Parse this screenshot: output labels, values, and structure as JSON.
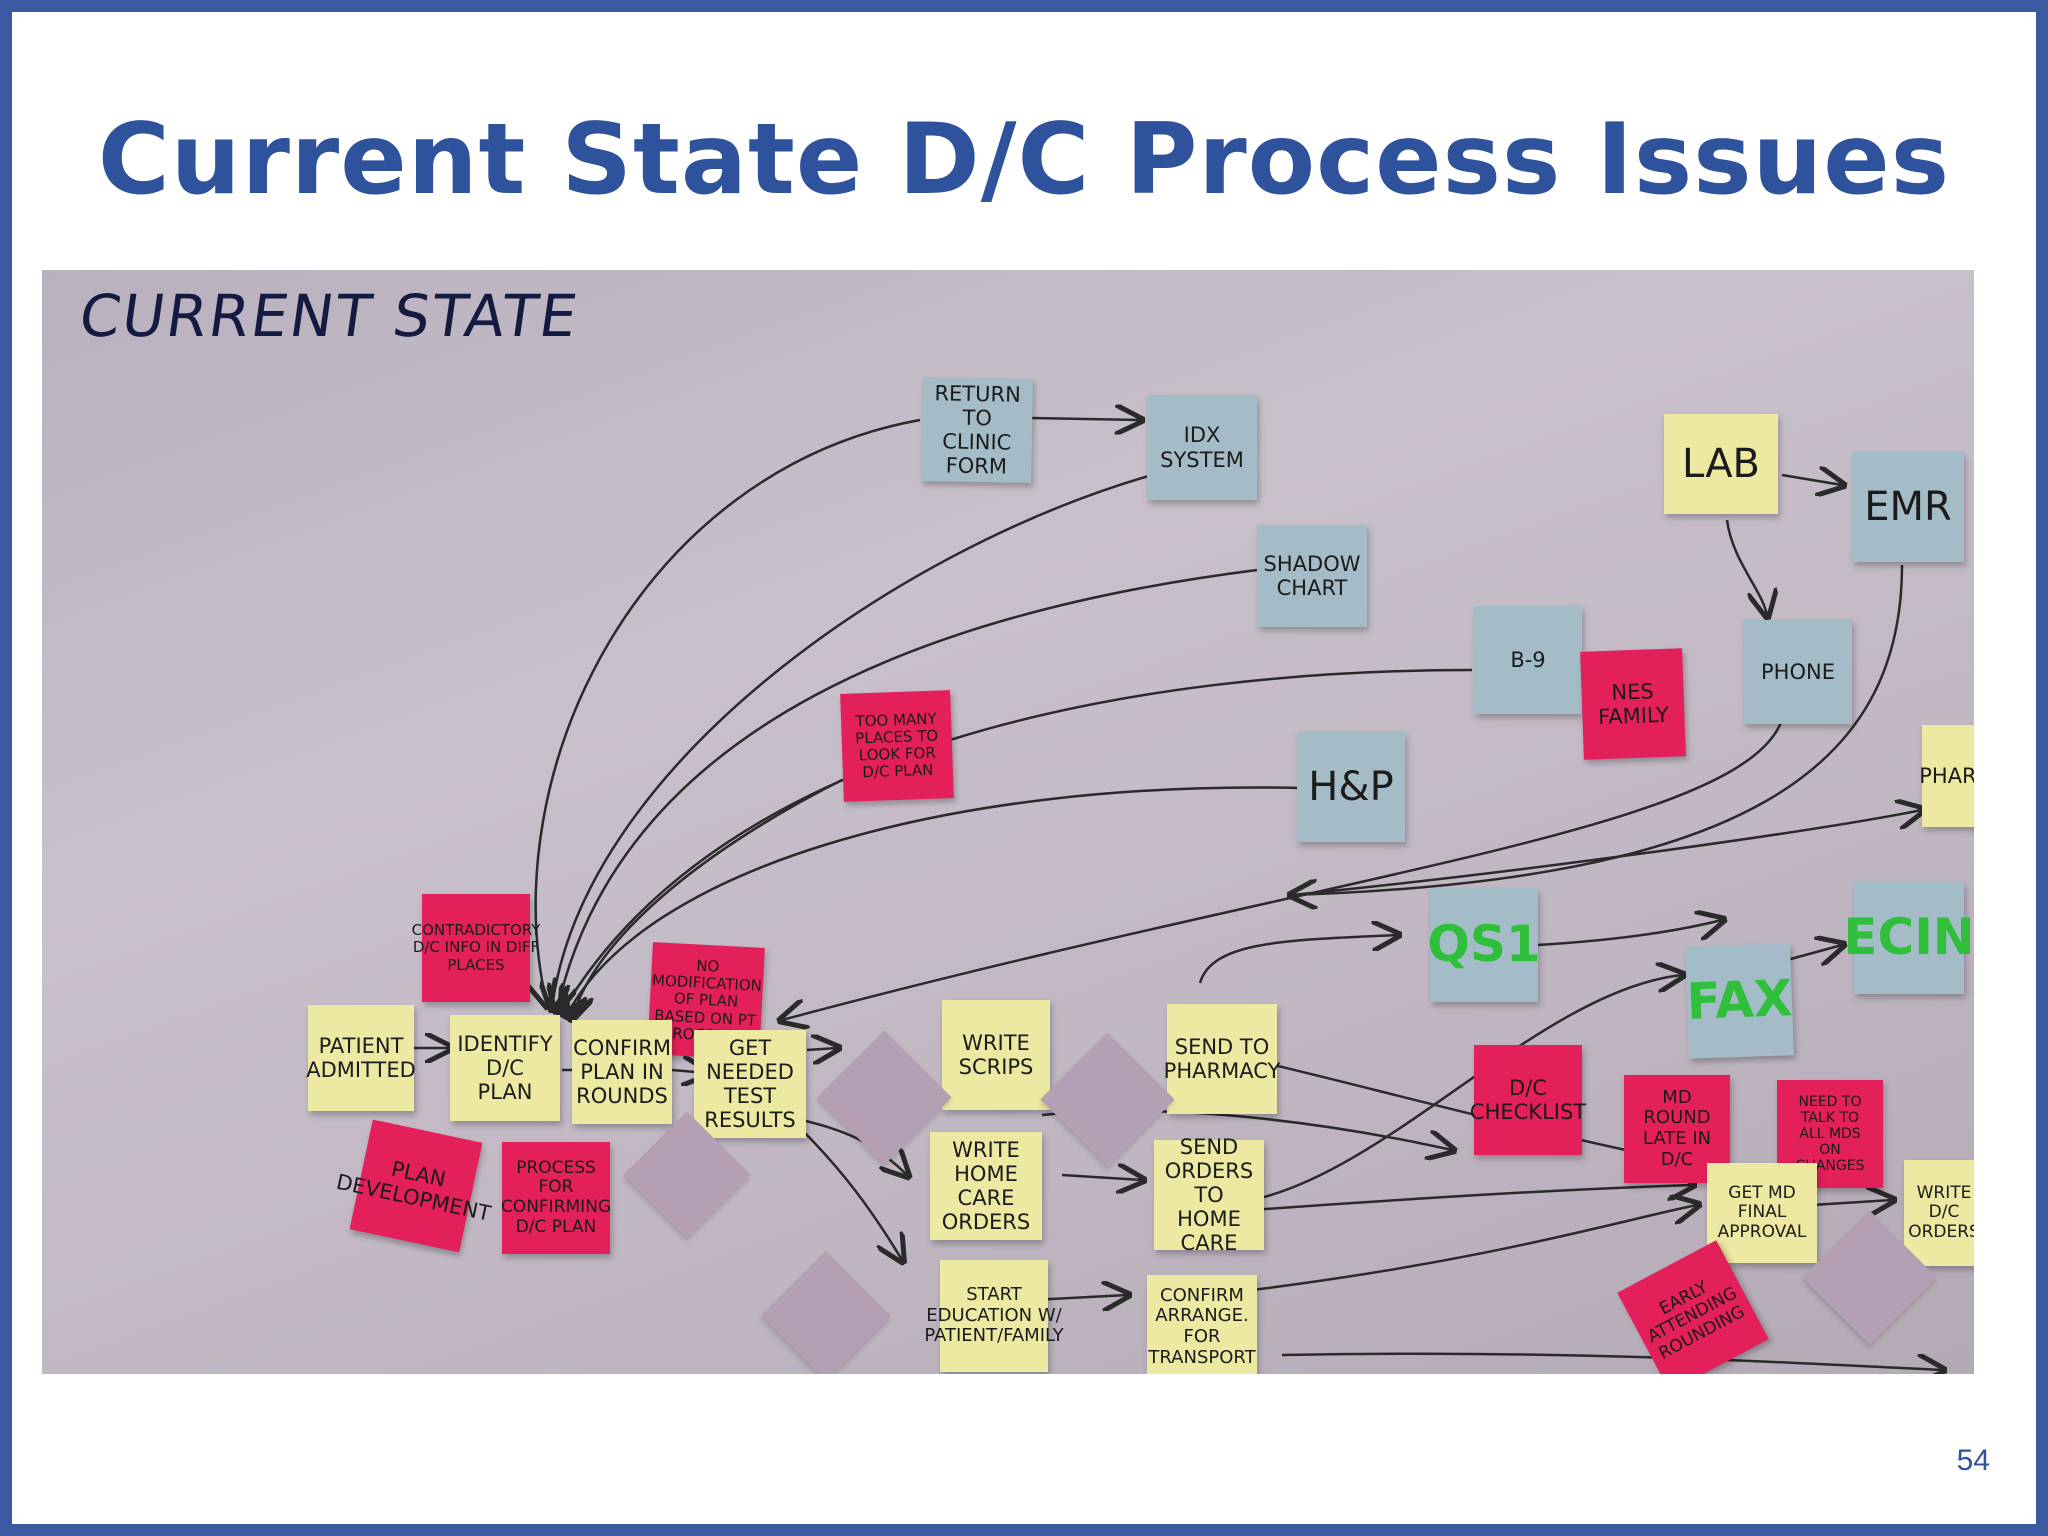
{
  "slide": {
    "title": "Current State D/C Process Issues",
    "page_number": "54"
  },
  "photo": {
    "board_title": "CURRENT STATE",
    "notes": {
      "return_clinic": "Return to Clinic Form",
      "idx_system": "IDX System",
      "shadow_chart": "Shadow Chart",
      "lab": "LAB",
      "emr": "EMR",
      "b9": "B-9",
      "nes_family": "NES Family",
      "phone": "PHONE",
      "too_many_places": "Too many places to look for D/C plan",
      "hp": "H&P",
      "qs1": "QS1",
      "fax": "FAX",
      "ecin": "ECIN",
      "pharmacy": "Pharm",
      "contradictory_info": "Contradictory D/C info in diff places",
      "no_modification": "No Modification of plan based on pt progress",
      "patient_admitted": "Patient Admitted",
      "identify_dc_plan": "Identify D/C Plan",
      "confirm_plan": "Confirm Plan in Rounds",
      "get_test_results": "Get Needed Test Results",
      "write_scrips": "Write Scrips",
      "send_pharmacy": "Send to Pharmacy",
      "write_home_care": "Write Home Care Orders",
      "send_home_care": "Send Orders to Home Care",
      "start_education": "Start Education w/ Patient/Family",
      "confirm_transport": "Confirm Arrange. for Transport",
      "plan_develop": "Plan Development",
      "process_confirming": "Process for Confirming D/C Plan",
      "dc_checklist": "D/C Checklist",
      "md_round": "MD Round Late in D/C",
      "need_to_talk": "Need to talk to all MDs on changes",
      "get_md_approval": "Get MD Final Approval",
      "write_dc_orders": "Write D/C Orders",
      "early_attending": "Early Attending Rounding"
    }
  }
}
